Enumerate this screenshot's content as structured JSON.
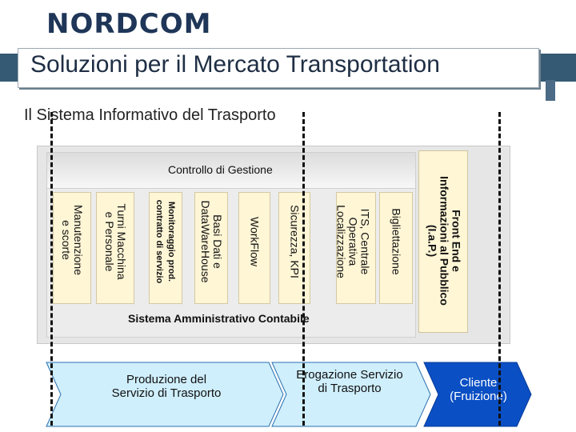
{
  "logo": "NORDCOM",
  "title": "Soluzioni per il Mercato Transportation",
  "subtitle": "Il Sistema Informativo del Trasporto",
  "control_label": "Controllo di Gestione",
  "admin_label": "Sistema Amministrativo Contabile",
  "front_end": "Front End e\nInformazioni al Pubblico\n(I.a.P.)",
  "columns": [
    "Bigliettazione",
    "ITS, Centrale\nOperativa\nLocalizzazione",
    "Sicurezza, KPI",
    "WorkFlow",
    "Basi Dati e\nDataWareHouse",
    "Monitoraggio prod.\ncontratto di servizio",
    "Turni Macchina\ne Personale",
    "Manutenzione\ne scorte"
  ],
  "process": {
    "production": "Produzione del\nServizio di Trasporto",
    "delivery": "Erogazione Servizio\ndi Trasporto",
    "client": "Cliente\n(Fruizione)"
  },
  "colors": {
    "banner": "#355a73",
    "arrow_light": "#cfeffc",
    "arrow_dark": "#0a4fc4",
    "column_fill": "#fff6d6"
  }
}
